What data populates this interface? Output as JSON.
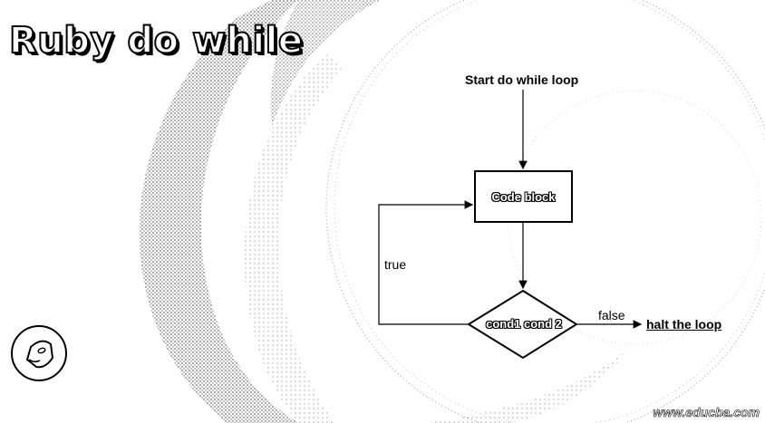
{
  "title": "Ruby do while",
  "flow": {
    "start": "Start do while loop",
    "code_block": "Code block",
    "condition": "cond1 cond 2",
    "true_label": "true",
    "false_label": "false",
    "halt": "halt the loop"
  },
  "watermark": "www.educba.com",
  "colors": {
    "stroke": "#000000",
    "background": "#ffffff"
  },
  "icons": {
    "logo": "educba-logo-icon"
  }
}
